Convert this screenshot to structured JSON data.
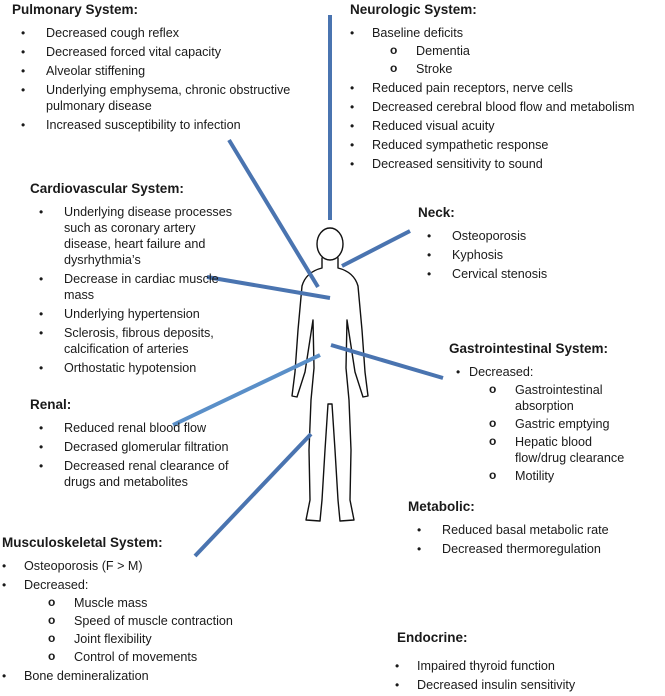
{
  "pulmonary": {
    "title": "Pulmonary System:",
    "items": [
      "Decreased cough reflex",
      "Decreased forced vital capacity",
      "Alveolar stiffening",
      "Underlying emphysema, chronic obstructive pulmonary disease",
      "Increased susceptibility to  infection"
    ]
  },
  "neurologic": {
    "title": "Neurologic System:",
    "item0": "Baseline deficits",
    "sub": [
      "Dementia",
      "Stroke"
    ],
    "items": [
      "Reduced pain receptors, nerve cells",
      "Decreased cerebral blood flow and metabolism",
      "Reduced visual acuity",
      "Reduced sympathetic response",
      "Decreased sensitivity to sound"
    ]
  },
  "cardiovascular": {
    "title": "Cardiovascular System:",
    "items": [
      "Underlying disease processes such as coronary artery disease, heart failure and dysrhythmia’s",
      "Decrease in cardiac muscle mass",
      "Underlying hypertension",
      "Sclerosis, fibrous deposits, calcification of arteries",
      "Orthostatic hypotension"
    ]
  },
  "neck": {
    "title": "Neck:",
    "items": [
      "Osteoporosis",
      "Kyphosis",
      "Cervical stenosis"
    ]
  },
  "gastrointestinal": {
    "title": "Gastrointestinal System:",
    "item0": "Decreased:",
    "sub": [
      "Gastrointestinal absorption",
      "Gastric emptying",
      "Hepatic blood flow/drug clearance",
      "Motility"
    ]
  },
  "renal": {
    "title": "Renal:",
    "items": [
      "Reduced renal blood flow",
      "Decrased glomerular filtration",
      "Decreased renal clearance of drugs and metabolites"
    ]
  },
  "metabolic": {
    "title": "Metabolic:",
    "items": [
      "Reduced basal metabolic rate",
      "Decreased thermoregulation"
    ]
  },
  "musculoskeletal": {
    "title": "Musculoskeletal System:",
    "item0": "Osteoporosis (F > M)",
    "item1": "Decreased:",
    "sub": [
      "Muscle mass",
      "Speed of muscle contraction",
      "Joint flexibility",
      "Control of movements"
    ],
    "item2": "Bone demineralization"
  },
  "endocrine": {
    "title": "Endocrine:",
    "items": [
      "Impaired thyroid function",
      "Decreased insulin sensitivity"
    ]
  },
  "colors": {
    "connector": "#4a74b0",
    "connector_renal": "#5a8fc8",
    "outline": "#111111"
  }
}
